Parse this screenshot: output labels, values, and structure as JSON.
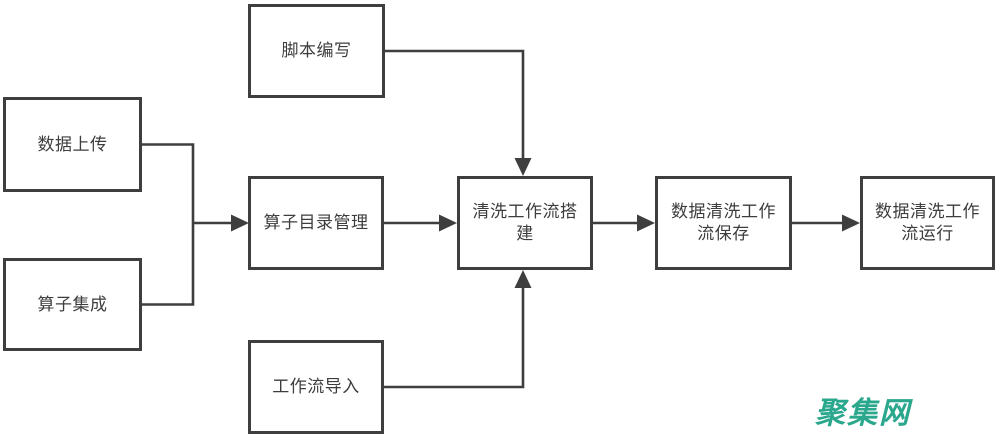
{
  "diagram": {
    "type": "flowchart",
    "background_color": "#ffffff",
    "line_color": "#3e3e3e",
    "box_fill_color": "#ffffff",
    "box_border_color": "#3e3e3e",
    "text_color": "#3d3d3d",
    "nodes": {
      "data_upload": {
        "label": "数据上传"
      },
      "operator_integration": {
        "label": "算子集成"
      },
      "script_writing": {
        "label": "脚本编写"
      },
      "operator_catalog": {
        "label": "算子目录管理"
      },
      "workflow_build": {
        "label": "清洗工作流搭建"
      },
      "workflow_import": {
        "label": "工作流导入"
      },
      "workflow_save": {
        "label": "数据清洗工作流保存"
      },
      "workflow_run": {
        "label": "数据清洗工作流运行"
      }
    },
    "edges": [
      {
        "from": "data_upload",
        "to": "operator_catalog"
      },
      {
        "from": "operator_integration",
        "to": "operator_catalog"
      },
      {
        "from": "script_writing",
        "to": "workflow_build"
      },
      {
        "from": "operator_catalog",
        "to": "workflow_build"
      },
      {
        "from": "workflow_import",
        "to": "workflow_build"
      },
      {
        "from": "workflow_build",
        "to": "workflow_save"
      },
      {
        "from": "workflow_save",
        "to": "workflow_run"
      }
    ]
  },
  "watermark": {
    "text": "聚集网",
    "color": "#2aa78c"
  }
}
